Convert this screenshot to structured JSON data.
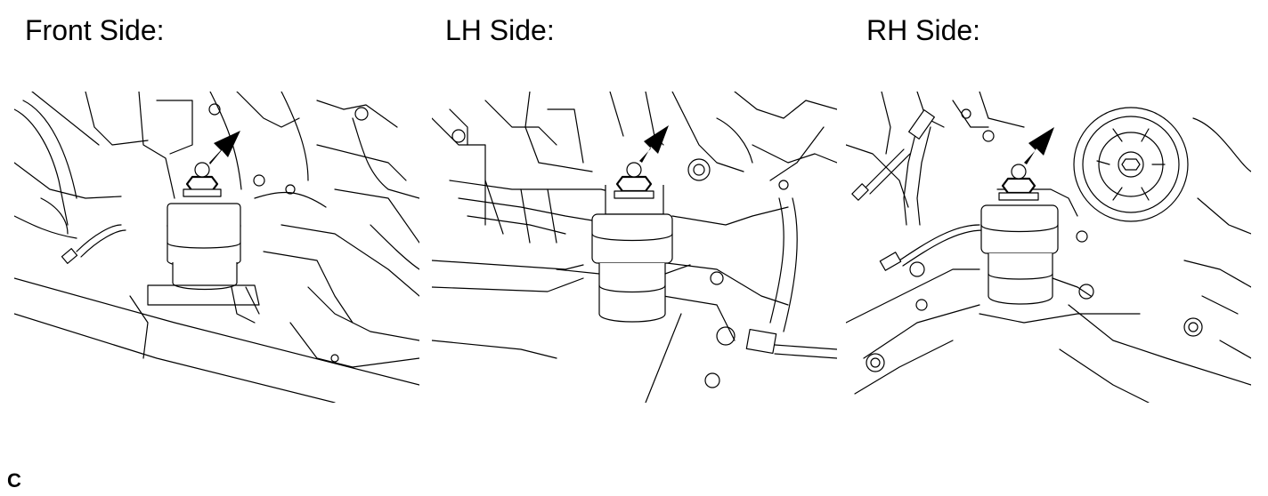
{
  "panels": [
    {
      "title": "Front Side:"
    },
    {
      "title": "LH Side:"
    },
    {
      "title": "RH Side:"
    }
  ],
  "footer": {
    "code": "C"
  },
  "colors": {
    "line": "#000000",
    "background": "#ffffff"
  },
  "icons": {
    "pointer": "arrow-icon"
  }
}
